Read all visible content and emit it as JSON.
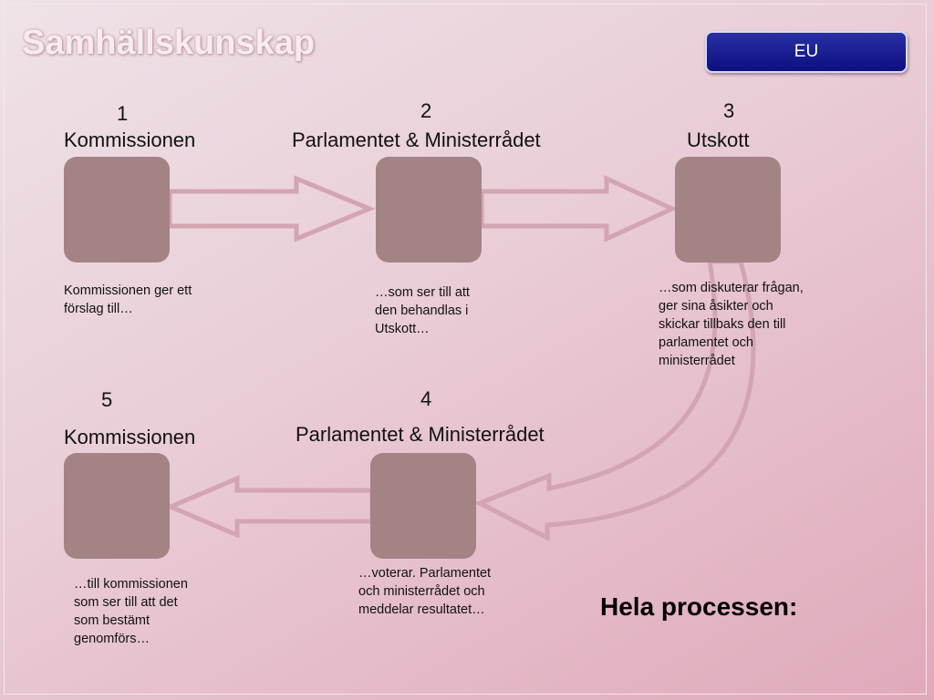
{
  "slide": {
    "title": "Samhällskunskap",
    "topic_button": "EU",
    "summary_label": "Hela processen:"
  },
  "steps": [
    {
      "number": "1",
      "name": "Kommissionen",
      "description": "Kommissionen ger ett förslag till…"
    },
    {
      "number": "2",
      "name": "Parlamentet & Ministerrådet",
      "description": "…som ser till att den behandlas i Utskott…"
    },
    {
      "number": "3",
      "name": "Utskott",
      "description": "…som diskuterar frågan, ger sina åsikter och skickar tillbaks den till parlamentet och ministerrådet"
    },
    {
      "number": "4",
      "name": "Parlamentet & Ministerrådet",
      "description": "…voterar. Parlamentet och ministerrådet och meddelar resultatet…"
    },
    {
      "number": "5",
      "name": "Kommissionen",
      "description": "…till kommissionen som ser till att det som bestämt genomförs…"
    }
  ],
  "colors": {
    "box": "#a38384",
    "arrow_outline": "#d3a4b1",
    "button": "#0c0f7e"
  }
}
